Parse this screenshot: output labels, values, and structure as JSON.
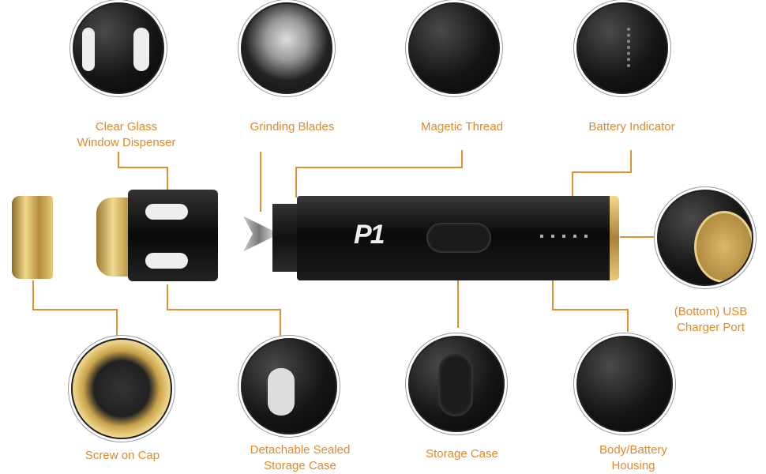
{
  "labels": {
    "clear_glass": [
      "Clear Glass",
      "Window Dispenser"
    ],
    "grinding_blades": "Grinding Blades",
    "magnetic_thread": "Magetic Thread",
    "battery_indicator": "Battery Indicator",
    "usb_port": [
      "(Bottom) USB",
      "Charger Port"
    ],
    "screw_cap": "Screw on Cap",
    "detachable_case": [
      "Detachable Sealed",
      "Storage Case"
    ],
    "storage_case": "Storage Case",
    "body_housing": [
      "Body/Battery",
      "Housing"
    ]
  },
  "logo_text": "P1",
  "colors": {
    "accent": "#e08a2a",
    "gold": "#c9a24a",
    "body": "#111111"
  }
}
